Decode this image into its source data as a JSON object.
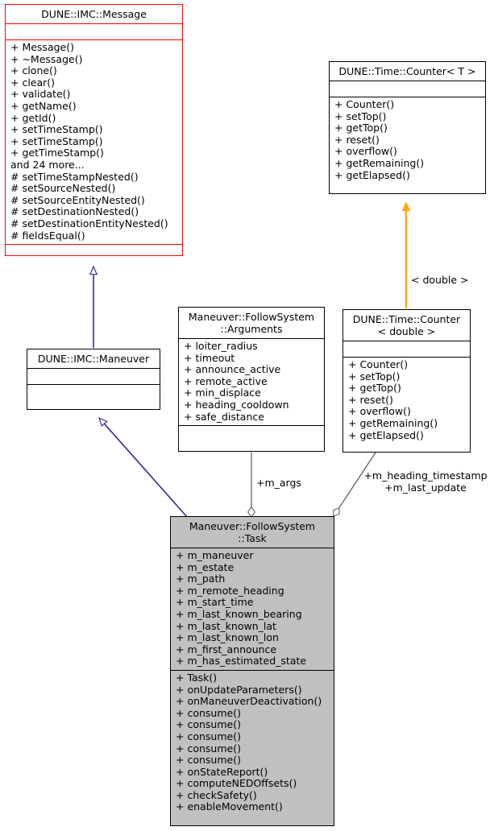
{
  "diagram": {
    "title": "UML class inheritance and collaboration diagram",
    "colors": {
      "highlight_border": "#ff0000",
      "normal_border": "#000000",
      "node_fill": "#ffffff",
      "selected_fill": "#c0c0c0",
      "inheritance_edge": "#30308f",
      "usage_edge": "#606060",
      "template_edge": "#ffa500",
      "background": "#ffffff"
    }
  },
  "classes": {
    "message": {
      "name": "DUNE::IMC::Message",
      "attributes": [],
      "methods": [
        "+ Message()",
        "+ ~Message()",
        "+ clone()",
        "+ clear()",
        "+ validate()",
        "+ getName()",
        "+ getId()",
        "+ setTimeStamp()",
        "+ setTimeStamp()",
        "+ getTimeStamp()",
        "and 24 more...",
        "# setTimeStampNested()",
        "# setSourceNested()",
        "# setSourceEntityNested()",
        "# setDestinationNested()",
        "# setDestinationEntityNested()",
        "# fieldsEqual()"
      ]
    },
    "counter_t": {
      "name": "DUNE::Time::Counter< T >",
      "attributes": [],
      "methods": [
        "+ Counter()",
        "+ setTop()",
        "+ getTop()",
        "+ reset()",
        "+ overflow()",
        "+ getRemaining()",
        "+ getElapsed()"
      ]
    },
    "maneuver": {
      "name": "DUNE::IMC::Maneuver",
      "attributes": [],
      "methods": []
    },
    "arguments": {
      "name": "Maneuver::FollowSystem\n::Arguments",
      "attributes": [
        "+ loiter_radius",
        "+ timeout",
        "+ announce_active",
        "+ remote_active",
        "+ min_displace",
        "+ heading_cooldown",
        "+ safe_distance"
      ],
      "methods": []
    },
    "counter_double": {
      "name": "DUNE::Time::Counter\n< double >",
      "attributes": [],
      "methods": [
        "+ Counter()",
        "+ setTop()",
        "+ getTop()",
        "+ reset()",
        "+ overflow()",
        "+ getRemaining()",
        "+ getElapsed()"
      ]
    },
    "task": {
      "name": "Maneuver::FollowSystem\n::Task",
      "attributes": [
        "+ m_maneuver",
        "+ m_estate",
        "+ m_path",
        "+ m_remote_heading",
        "+ m_start_time",
        "+ m_last_known_bearing",
        "+ m_last_known_lat",
        "+ m_last_known_lon",
        "+ m_first_announce",
        "+ m_has_estimated_state"
      ],
      "methods": [
        "+ Task()",
        "+ onUpdateParameters()",
        "+ onManeuverDeactivation()",
        "+ consume()",
        "+ consume()",
        "+ consume()",
        "+ consume()",
        "+ consume()",
        "+ onStateReport()",
        "+ computeNEDOffsets()",
        "+ checkSafety()",
        "+ enableMovement()"
      ]
    }
  },
  "edge_labels": {
    "template_double": "< double >",
    "args_role": "+m_args",
    "counter_roles": "+m_heading_timestamp\n+m_last_update"
  }
}
